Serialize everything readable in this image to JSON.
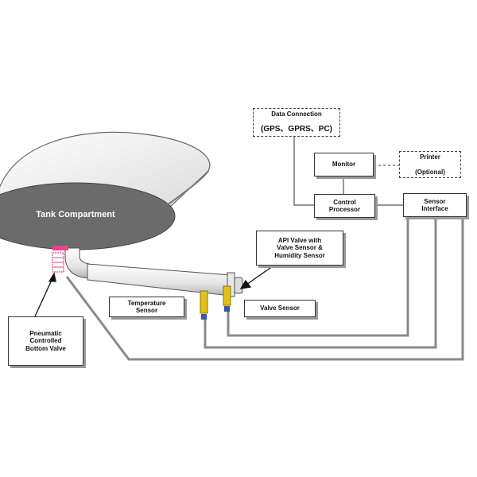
{
  "diagram": {
    "tank_label": "Tank Compartment",
    "data_connection": {
      "title": "Data Connection",
      "subtitle": "(GPS、GPRS、PC)"
    },
    "monitor": "Monitor",
    "printer": {
      "title": "Printer",
      "subtitle": "(Optional)"
    },
    "control_processor": "Control\nProcessor",
    "sensor_interface": "Sensor\nInterface",
    "api_valve": "API Valve with\nValve Sensor &\nHumidity Sensor",
    "temperature_sensor": "Temperature\nSensor",
    "valve_sensor": "Valve Sensor",
    "bottom_valve": "Pneumatic\nControlled\nBottom Valve",
    "colors": {
      "tank_body": "#6b6b6b",
      "tank_top": "#f4f4f4",
      "valve_pink": "#e8468a",
      "sensor_yellow": "#e0c21a",
      "sensor_blue": "#3a56a6",
      "wire": "#888888"
    }
  }
}
